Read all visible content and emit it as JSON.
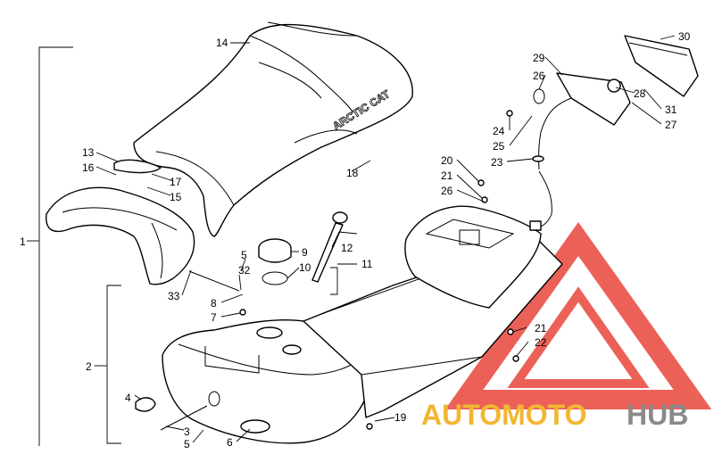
{
  "diagram": {
    "callouts": {
      "c1": "1",
      "c2": "2",
      "c3": "3",
      "c4": "4",
      "c5a": "5",
      "c5b": "5",
      "c6": "6",
      "c7": "7",
      "c8": "8",
      "c9": "9",
      "c10": "10",
      "c11": "11",
      "c12": "12",
      "c13": "13",
      "c14": "14",
      "c15": "15",
      "c16": "16",
      "c17": "17",
      "c18": "18",
      "c19": "19",
      "c20": "20",
      "c21a": "21",
      "c21b": "21",
      "c22": "22",
      "c23": "23",
      "c24": "24",
      "c25": "25",
      "c26a": "26",
      "c26b": "26",
      "c27": "27",
      "c28": "28",
      "c29": "29",
      "c30": "30",
      "c31": "31",
      "c32": "32",
      "c33": "33"
    },
    "seat_logo": "ARCTIC CAT"
  },
  "watermark": {
    "brand_a": "AUTOMOTO",
    "brand_b": "HUB",
    "colors": {
      "orange": "#f2b632",
      "red": "#e8463c",
      "grey": "#8a8a8a"
    }
  }
}
